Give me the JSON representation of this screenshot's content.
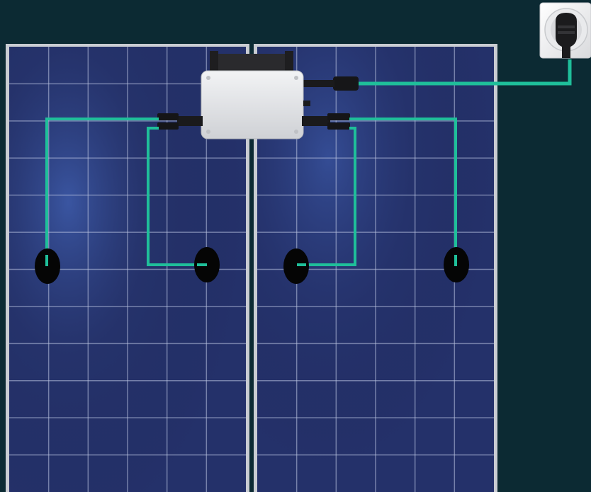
{
  "diagram": {
    "background_color": "#0c2a33",
    "cable_color": "#1fbf9a",
    "panel_cell_color": "#26346a",
    "panel_frame_color": "#c9ccd2",
    "inverter_color": "#e6e7ea",
    "panels": [
      {
        "name": "solar-panel-left",
        "junction_boxes": 2
      },
      {
        "name": "solar-panel-right",
        "junction_boxes": 2
      }
    ],
    "components": [
      "solar-panel-left",
      "solar-panel-right",
      "micro-inverter",
      "wall-socket",
      "schuko-plug",
      "mc4-connector",
      "dc-cable",
      "ac-cable"
    ]
  }
}
